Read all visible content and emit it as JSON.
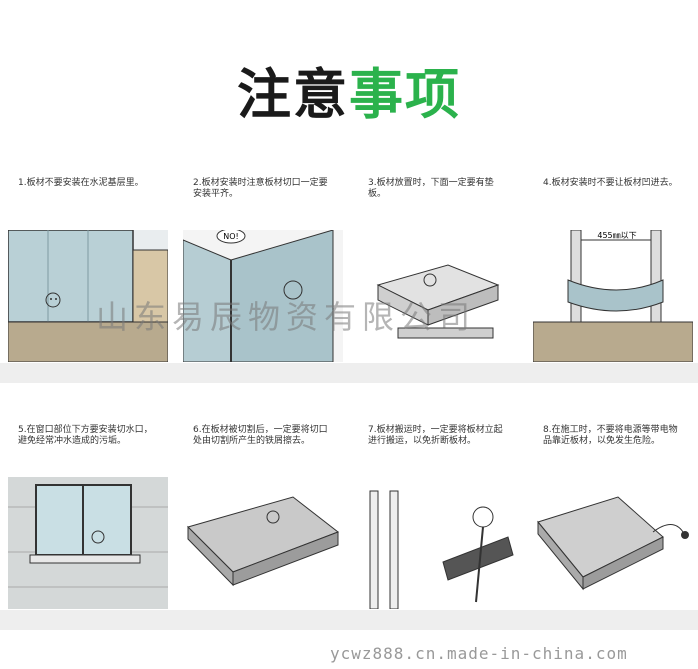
{
  "title": {
    "part1": "注意",
    "part2": "事项"
  },
  "tips": [
    {
      "text": "1.板材不要安装在水泥基层里。"
    },
    {
      "text": "2.板材安装时注意板材切口一定要安装平齐。",
      "sign": "NO!"
    },
    {
      "text": "3.板材放置时，下面一定要有垫板。"
    },
    {
      "text": "4.板材安装时不要让板材凹进去。",
      "measure": "455㎜以下"
    },
    {
      "text": "5.在窗口部位下方要安装切水口，避免经常冲水造成的污垢。"
    },
    {
      "text": "6.在板材被切割后，一定要将切口处由切割所产生的铁屑擦去。"
    },
    {
      "text": "7.板材搬运时，一定要将板材立起进行搬运，以免折断板材。"
    },
    {
      "text": "8.在施工时，不要将电源等带电物品靠近板材，以免发生危险。"
    }
  ],
  "watermark": "山东易辰物资有限公司",
  "footer_url": "ycwz888.cn.made-in-china.com",
  "colors": {
    "accent": "#2bb24c",
    "title": "#1a1a1a",
    "band": "#eeeeee"
  }
}
